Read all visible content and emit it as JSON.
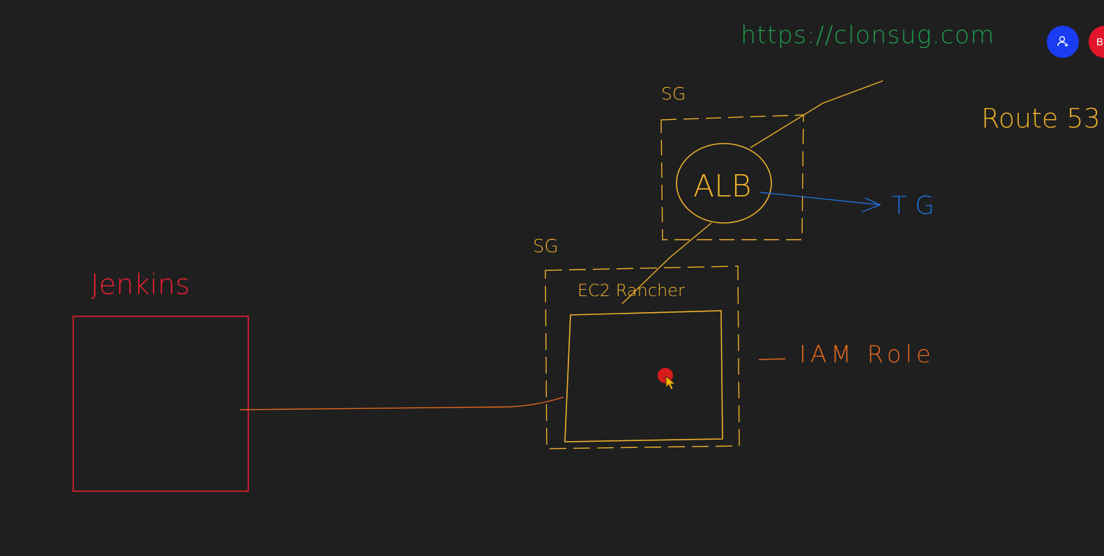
{
  "colors": {
    "background": "#1f1f20",
    "yellow": "#f0b429",
    "red": "#e8202f",
    "green": "#1e9e4a",
    "blue": "#1f6fd6",
    "orange": "#e86a1c",
    "add_user_button": "#1a3cf2",
    "avatar_button": "#e3152b"
  },
  "labels": {
    "url": "https://clonsug.com",
    "sg_top": "SG",
    "sg_left": "SG",
    "alb": "ALB",
    "tg": "TG",
    "route53": "Route 53",
    "ec2": "EC2 Rancher",
    "iam_role": "IAM Role",
    "jenkins": "Jenkins"
  },
  "toolbar": {
    "add_user_icon": "person-add-icon",
    "avatar_initial": "B"
  }
}
